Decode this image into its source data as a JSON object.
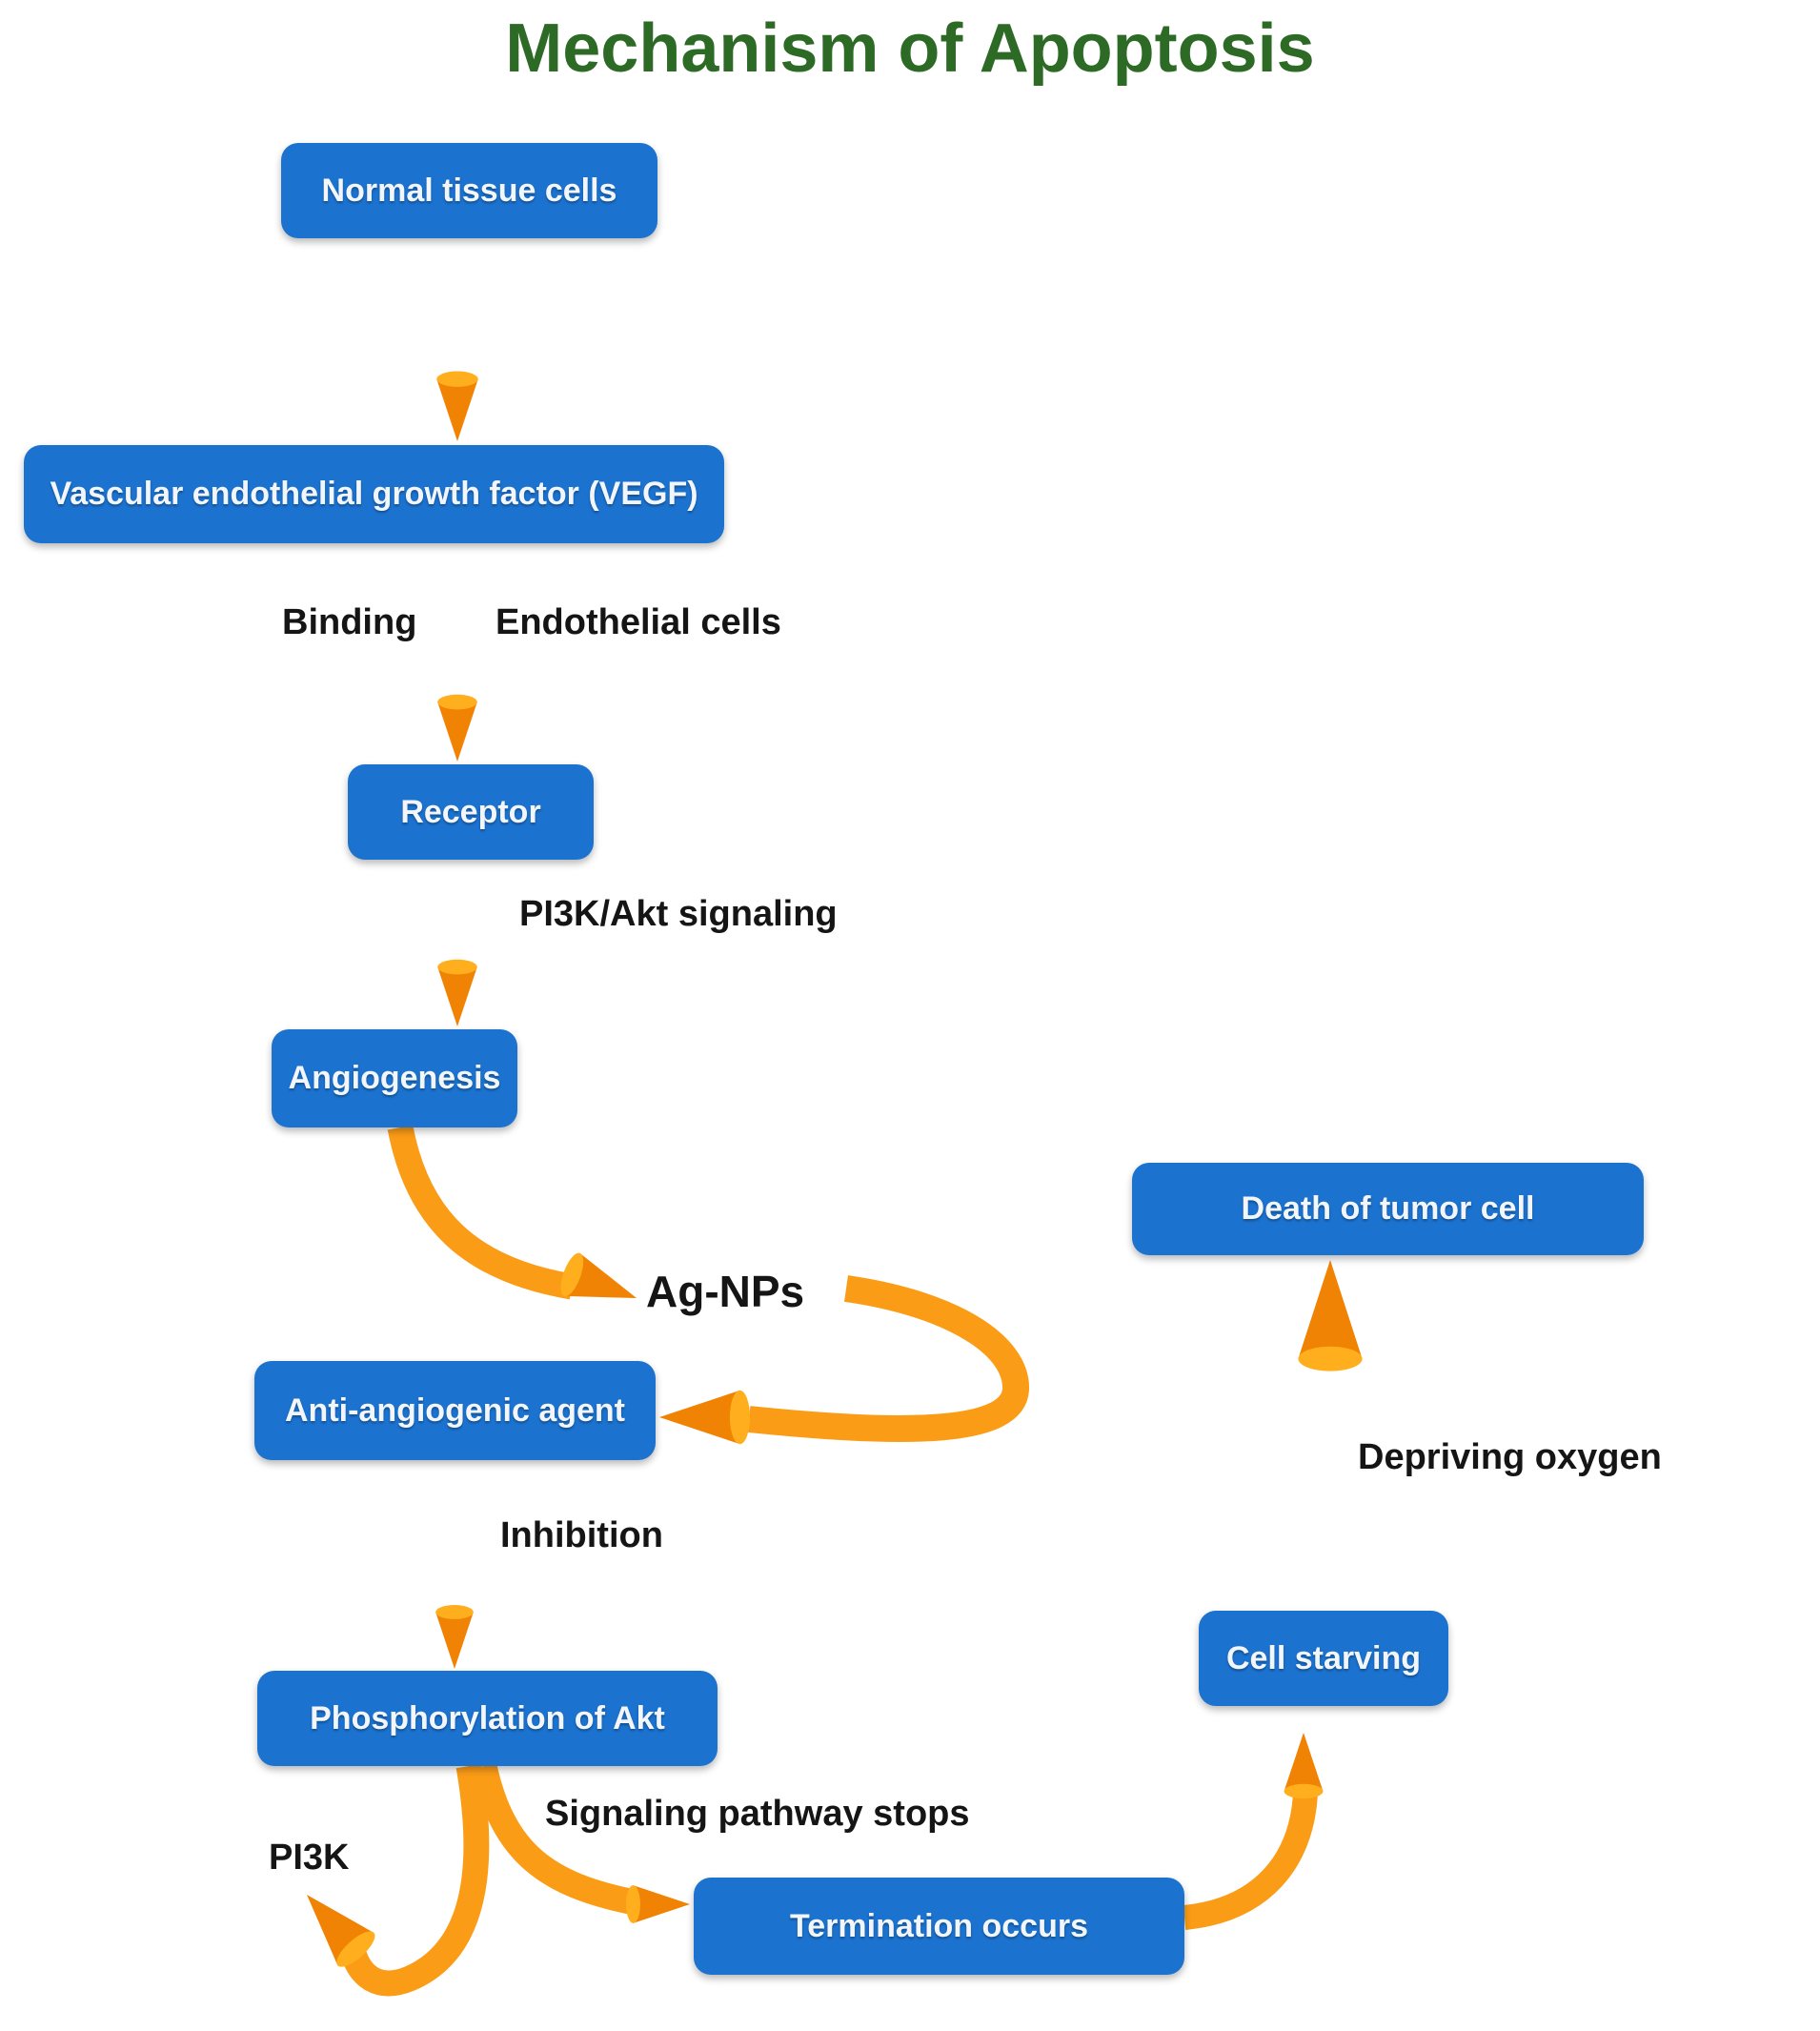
{
  "title": "Mechanism of Apoptosis",
  "colors": {
    "title_green": "#2d6a26",
    "box_blue": "#1b72cf",
    "box_text": "#f2f6fa",
    "arrow_shaft_orange": "#fb9c17",
    "arrow_head_orange": "#f08204",
    "arrow_head_rim": "#ffaf1e",
    "label_black": "#151515",
    "background": "#ffffff"
  },
  "nodes": {
    "normal": {
      "label": "Normal tissue cells"
    },
    "vegf": {
      "label": "Vascular endothelial growth factor (VEGF)"
    },
    "receptor": {
      "label": "Receptor"
    },
    "angiogenesis": {
      "label": "Angiogenesis"
    },
    "anti_angiogenic": {
      "label": "Anti-angiogenic agent"
    },
    "phosphorylation": {
      "label": "Phosphorylation of Akt"
    },
    "termination": {
      "label": "Termination occurs"
    },
    "cell_starving": {
      "label": "Cell starving"
    },
    "death": {
      "label": "Death of tumor cell"
    }
  },
  "labels": {
    "binding": "Binding",
    "endothelial_cells": "Endothelial cells",
    "pi3k_akt_signaling": "PI3K/Akt signaling",
    "ag_nps": "Ag-NPs",
    "inhibition": "Inhibition",
    "signaling_pathway_stops": "Signaling pathway stops",
    "pi3k": "PI3K",
    "depriving_oxygen": "Depriving oxygen"
  },
  "edges": [
    {
      "from": "Normal tissue cells",
      "to": "Vascular endothelial growth factor (VEGF)",
      "label": ""
    },
    {
      "from": "Vascular endothelial growth factor (VEGF)",
      "to": "Receptor",
      "label": "Binding / Endothelial cells"
    },
    {
      "from": "Receptor",
      "to": "Angiogenesis",
      "label": "PI3K/Akt signaling"
    },
    {
      "from": "Angiogenesis",
      "to": "Ag-NPs",
      "label": ""
    },
    {
      "from": "Ag-NPs",
      "to": "Anti-angiogenic agent",
      "label": ""
    },
    {
      "from": "Anti-angiogenic agent",
      "to": "Phosphorylation of Akt",
      "label": "Inhibition"
    },
    {
      "from": "Phosphorylation of Akt",
      "to": "PI3K",
      "label": ""
    },
    {
      "from": "Phosphorylation of Akt",
      "to": "Termination occurs",
      "label": "Signaling pathway stops"
    },
    {
      "from": "Termination occurs",
      "to": "Cell starving",
      "label": ""
    },
    {
      "from": "Cell starving",
      "to": "Death of tumor cell",
      "label": "Depriving oxygen"
    }
  ]
}
